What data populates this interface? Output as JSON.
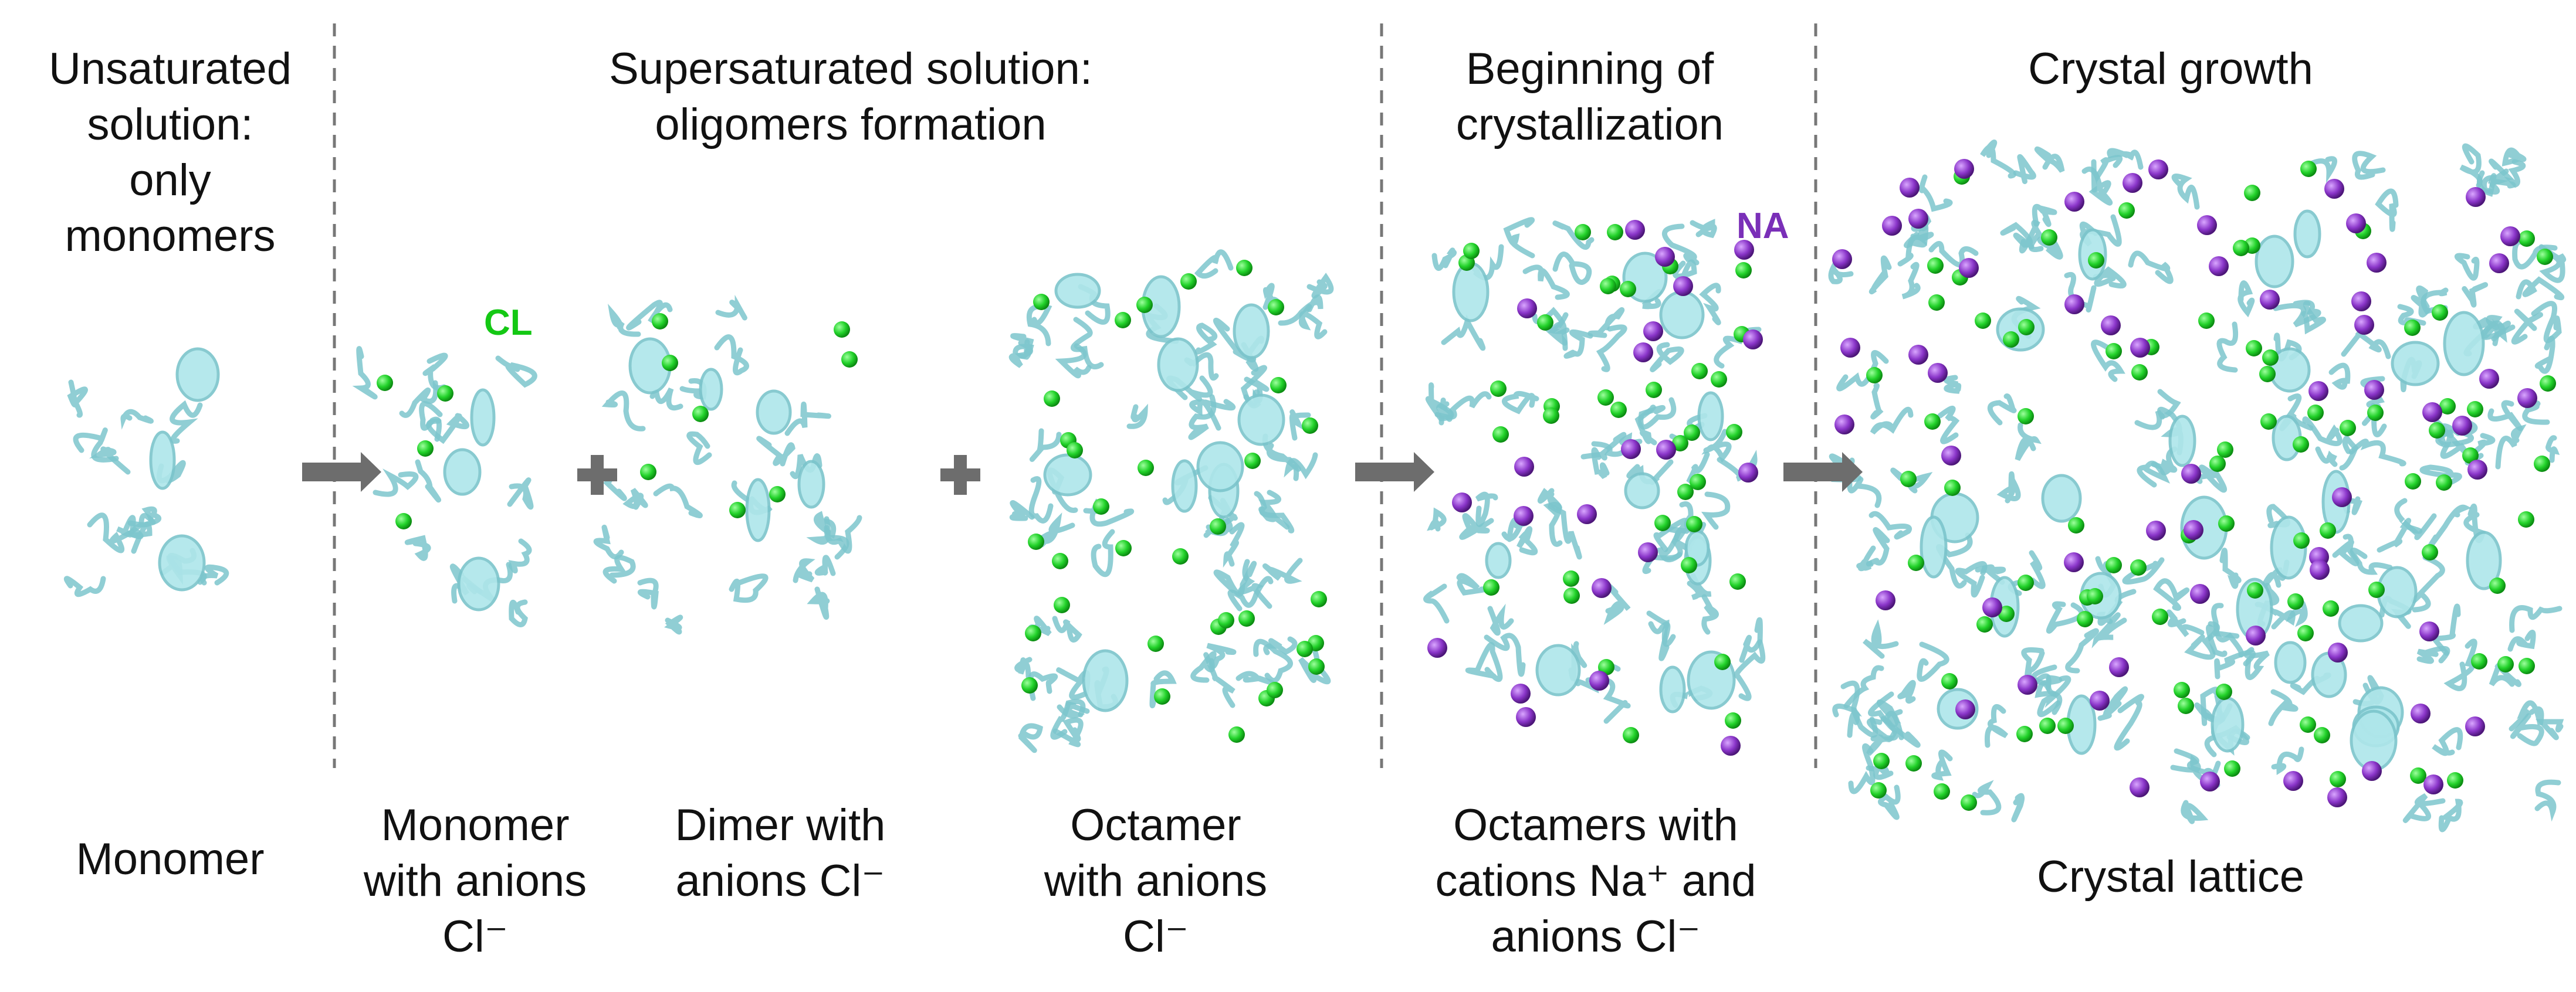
{
  "colors": {
    "protein": "#aee6ea",
    "protein_stroke": "#7cc5cc",
    "chloride": "#22d22a",
    "sodium": "#8a35c9",
    "arrow": "#6d6d6d",
    "divider": "#777777",
    "label_cl": "#14c814",
    "label_na": "#7a2fb8"
  },
  "headings": {
    "unsaturated": "Unsaturated\nsolution:\nonly\nmonomers",
    "supersaturated": "Supersaturated solution:\noligomers formation",
    "beginning": "Beginning of\ncrystallization",
    "growth": "Crystal growth"
  },
  "captions": {
    "monomer": "Monomer",
    "monomer_anions": "Monomer\nwith anions\nCl⁻",
    "dimer": "Dimer with\nanions Cl⁻",
    "octamer": "Octamer\nwith anions\nCl⁻",
    "octamers_cations": "Octamers with\ncations Na⁺ and\nanions Cl⁻",
    "lattice": "Crystal lattice"
  },
  "labels": {
    "cl": "CL",
    "na": "NA"
  },
  "icons": {
    "arrow": "right-arrow-icon",
    "plus": "plus-icon"
  }
}
